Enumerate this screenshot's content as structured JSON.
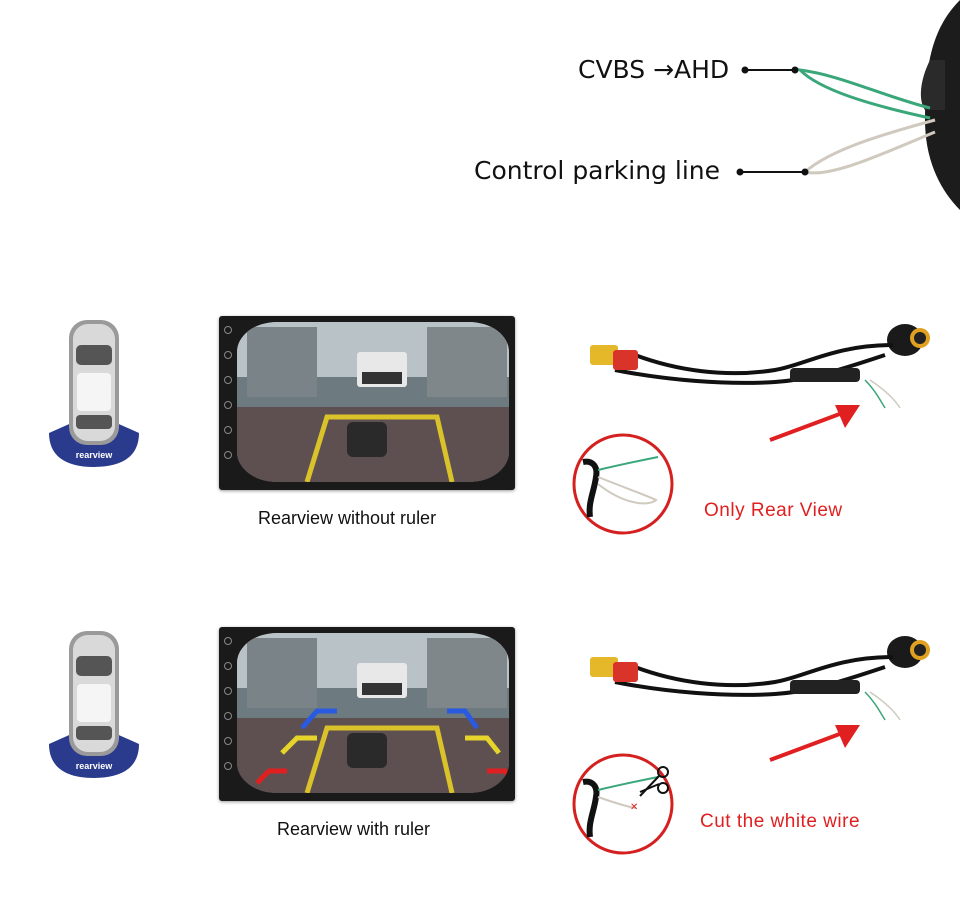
{
  "wire_labels": {
    "cvbs_ahd": "CVBS →AHD",
    "control_parking_line": "Control parking line"
  },
  "rows": [
    {
      "badge": "rearview",
      "screen_caption": "Rearview without ruler",
      "wire_caption": "Only Rear View"
    },
    {
      "badge": "rearview",
      "screen_caption": "Rearview with ruler",
      "wire_caption": "Cut the white wire"
    }
  ],
  "colors": {
    "badge_blue": "#2a3a8c",
    "accent_red": "#e02020",
    "wire_green": "#3aa77a",
    "wire_white": "#d8d4cc",
    "cable_black": "#111111"
  }
}
